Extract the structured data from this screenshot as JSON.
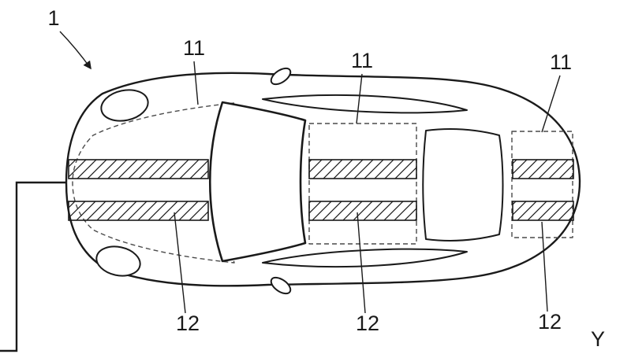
{
  "diagram": {
    "car_label": "1",
    "zone_labels": [
      "11",
      "11",
      "11"
    ],
    "stripe_labels": [
      "12",
      "12",
      "12"
    ],
    "axis_label": "Y",
    "ink_color": "#1a1a1a",
    "dashed_color": "#4a4a4a",
    "background_color": "#ffffff"
  }
}
